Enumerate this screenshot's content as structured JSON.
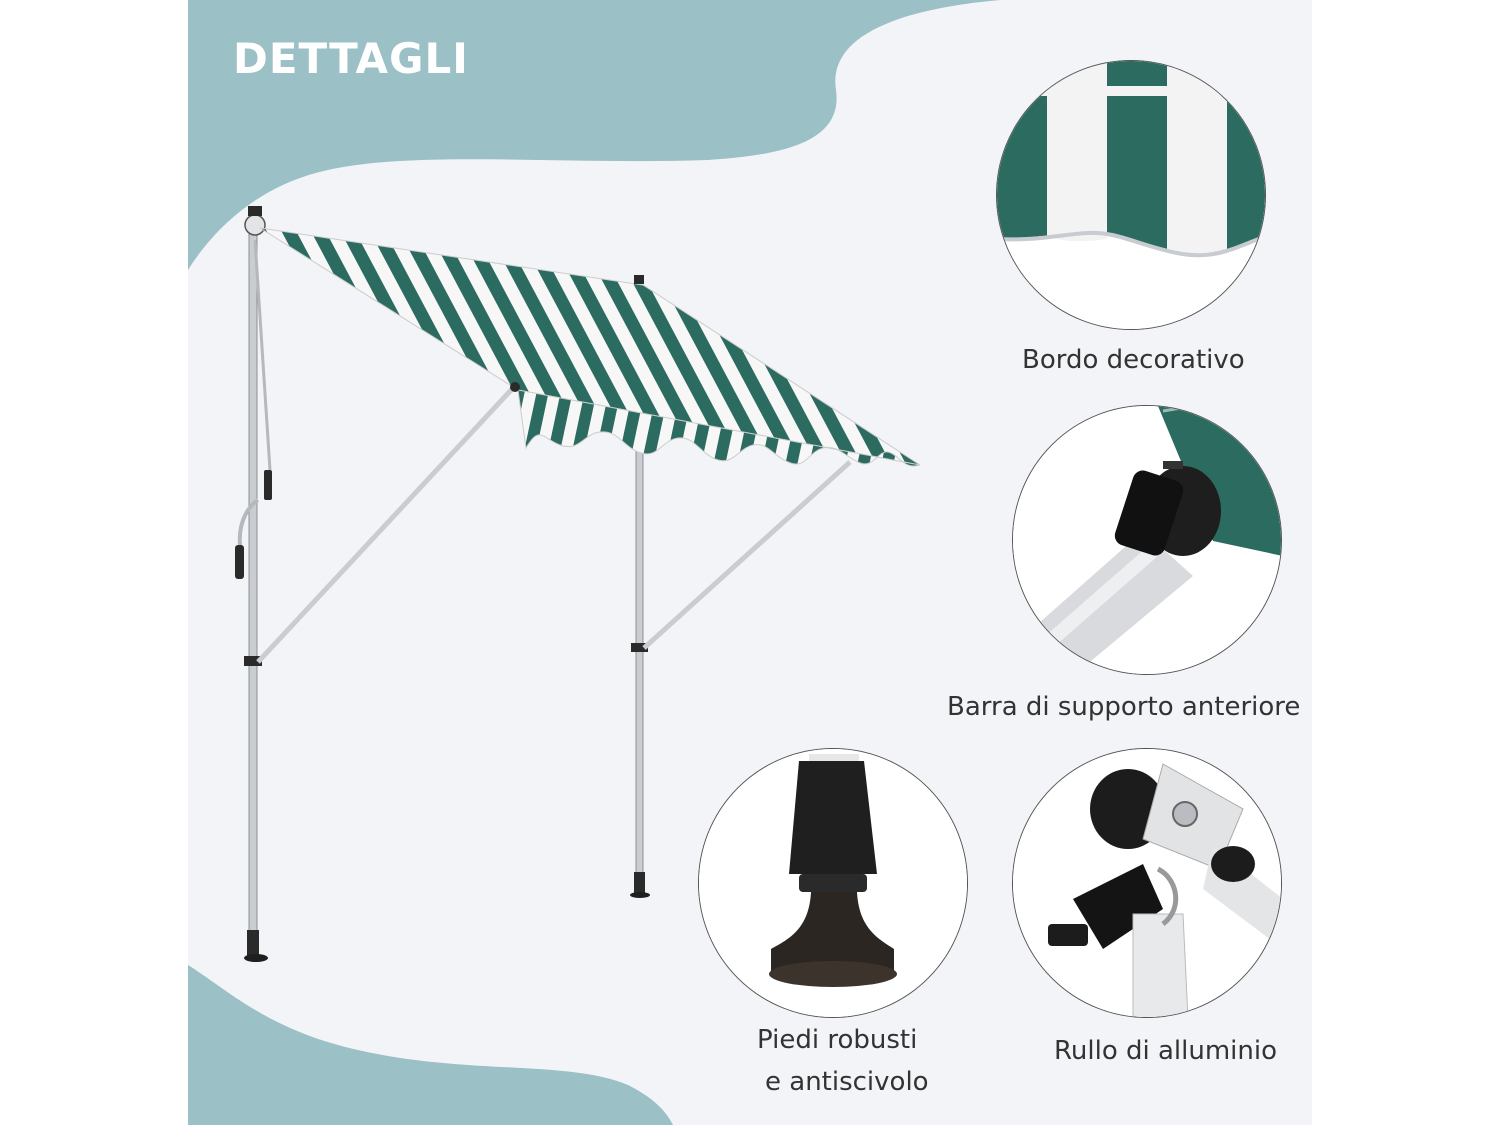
{
  "title": "DETTAGLI",
  "colors": {
    "accent_teal": "#9bc0c5",
    "stripe_green": "#2b6b60",
    "stripe_white": "#f7f7f7",
    "frame_aluminium": "#c9ccd0",
    "panel_background": "#f3f4f8"
  },
  "details": [
    {
      "caption": "Bordo decorativo",
      "image": "decorative-edge-closeup"
    },
    {
      "caption": "Barra di supporto anteriore",
      "image": "front-support-bar-closeup"
    },
    {
      "caption_lines": [
        "Piedi robusti",
        "e antiscivolo"
      ],
      "image": "non-slip-foot-closeup"
    },
    {
      "caption": "Rullo di alluminio",
      "image": "aluminium-roller-closeup"
    }
  ],
  "main_image": "retractable-striped-awning-product"
}
